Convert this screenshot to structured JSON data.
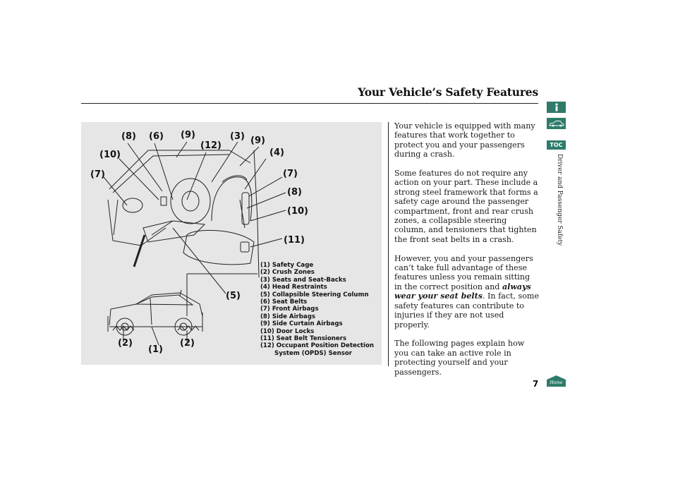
{
  "header": {
    "title": "Your Vehicle’s Safety Features"
  },
  "figure": {
    "callouts": {
      "c8_top": "(8)",
      "c6": "(6)",
      "c9_a": "(9)",
      "c3": "(3)",
      "c9_b": "(9)",
      "c12": "(12)",
      "c10_left": "(10)",
      "c4": "(4)",
      "c7_left": "(7)",
      "c7_right": "(7)",
      "c8_right": "(8)",
      "c10_right": "(10)",
      "c11": "(11)",
      "c5": "(5)",
      "c2_left": "(2)",
      "c2_right": "(2)",
      "c1": "(1)"
    },
    "legend": [
      "(1) Safety Cage",
      "(2) Crush Zones",
      "(3) Seats and Seat-Backs",
      "(4) Head Restraints",
      "(5) Collapsible Steering Column",
      "(6) Seat Belts",
      "(7) Front Airbags",
      "(8) Side Airbags",
      "(9) Side Curtain Airbags",
      "(10) Door Locks",
      "(11) Seat Belt Tensioners",
      "(12) Occupant Position Detection",
      "System (OPDS) Sensor"
    ]
  },
  "body": {
    "p1": "Your vehicle is equipped with many features that work together to protect you and your passengers during a crash.",
    "p2": "Some features do not require any action on your part. These include a strong steel framework that forms a safety cage around the passenger compartment, front and rear crush zones, a collapsible steering column, and tensioners that tighten the front seat belts in a crash.",
    "p3_before": "However, you and your passengers can’t take full advantage of these features unless you remain sitting in the correct position and ",
    "p3_emph": "always wear your seat belts",
    "p3_after": ". In fact, some safety features can contribute to injuries if they are not used properly.",
    "p4": "The following pages explain how you can take an active role in protecting yourself and your passengers."
  },
  "sidebar": {
    "toc_label": "TOC",
    "section_label": "Driver and Passenger Safety",
    "home_label": "Home"
  },
  "footer": {
    "page_number": "7"
  },
  "colors": {
    "accent": "#2e7b6a",
    "figure_bg": "#e6e6e6"
  }
}
